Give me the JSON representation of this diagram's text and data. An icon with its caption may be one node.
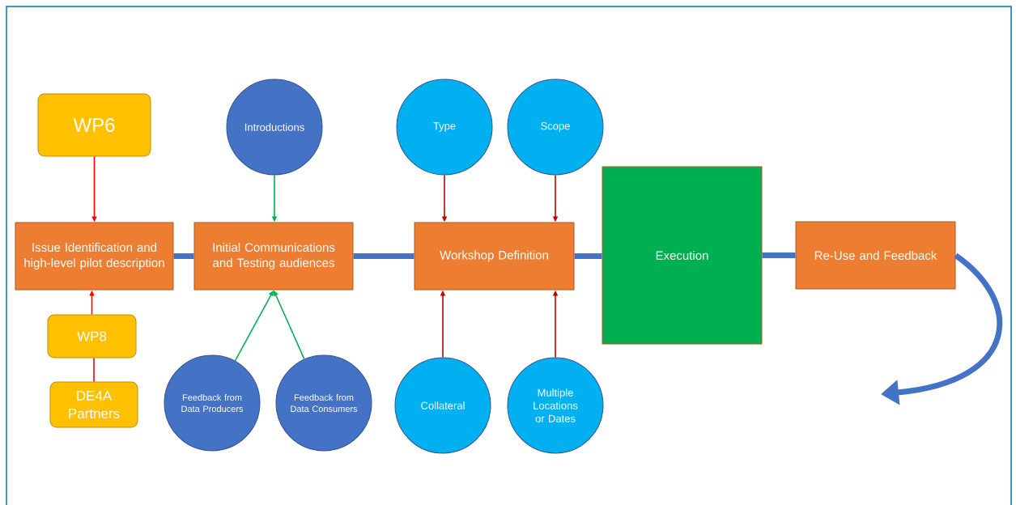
{
  "diagram": {
    "nodes": [
      {
        "text": [
          "WP6"
        ]
      },
      {
        "text": [
          "Issue Identification and high-level pilot description"
        ]
      },
      {
        "text": [
          "WP8"
        ]
      },
      {
        "text": [
          "DE4A Partners"
        ]
      },
      {
        "text": [
          "Introductions"
        ]
      },
      {
        "text": [
          "Initial Communications and Testing audiences"
        ]
      },
      {
        "text": [
          "Feedback from Data Producers"
        ]
      },
      {
        "text": [
          "Feedback from Data Consumers"
        ]
      },
      {
        "text": [
          "Type"
        ]
      },
      {
        "text": [
          "Scope"
        ]
      },
      {
        "text": [
          "Workshop Definition"
        ]
      },
      {
        "text": [
          "Collateral"
        ]
      },
      {
        "text": [
          "Multiple Locations or Dates"
        ]
      },
      {
        "text": [
          "Execution"
        ]
      },
      {
        "text": [
          "Re-Use and Feedback"
        ]
      }
    ],
    "edges": [
      {
        "from": 0,
        "to": 1,
        "arrow": "to",
        "color": "#ff0000"
      },
      {
        "from": 2,
        "to": 1,
        "arrow": "to",
        "color": "#ff0000"
      },
      {
        "from": 3,
        "to": 2,
        "arrow": "none",
        "color": "#ff0000"
      },
      {
        "from": 4,
        "to": 5,
        "arrow": "to",
        "color": "#00b050"
      },
      {
        "from": 6,
        "to": 5,
        "arrow": "to",
        "color": "#00b050"
      },
      {
        "from": 7,
        "to": 5,
        "arrow": "to",
        "color": "#00b050"
      },
      {
        "from": 8,
        "to": 10,
        "arrow": "to",
        "color": "#c00000"
      },
      {
        "from": 9,
        "to": 10,
        "arrow": "to",
        "color": "#c00000"
      },
      {
        "from": 11,
        "to": 10,
        "arrow": "to",
        "color": "#c00000"
      },
      {
        "from": 12,
        "to": 10,
        "arrow": "to",
        "color": "#c00000"
      },
      {
        "from": 1,
        "to": 5,
        "arrow": "none",
        "style": "thick",
        "color": "#4472c4"
      },
      {
        "from": 5,
        "to": 10,
        "arrow": "none",
        "style": "thick",
        "color": "#4472c4"
      },
      {
        "from": 10,
        "to": 13,
        "arrow": "none",
        "style": "thick",
        "color": "#4472c4"
      },
      {
        "from": 13,
        "to": 14,
        "arrow": "none",
        "style": "thick",
        "color": "#4472c4"
      },
      {
        "from": 14,
        "to": null,
        "arrow": "to",
        "style": "thick",
        "color": "#4472c4"
      }
    ]
  }
}
